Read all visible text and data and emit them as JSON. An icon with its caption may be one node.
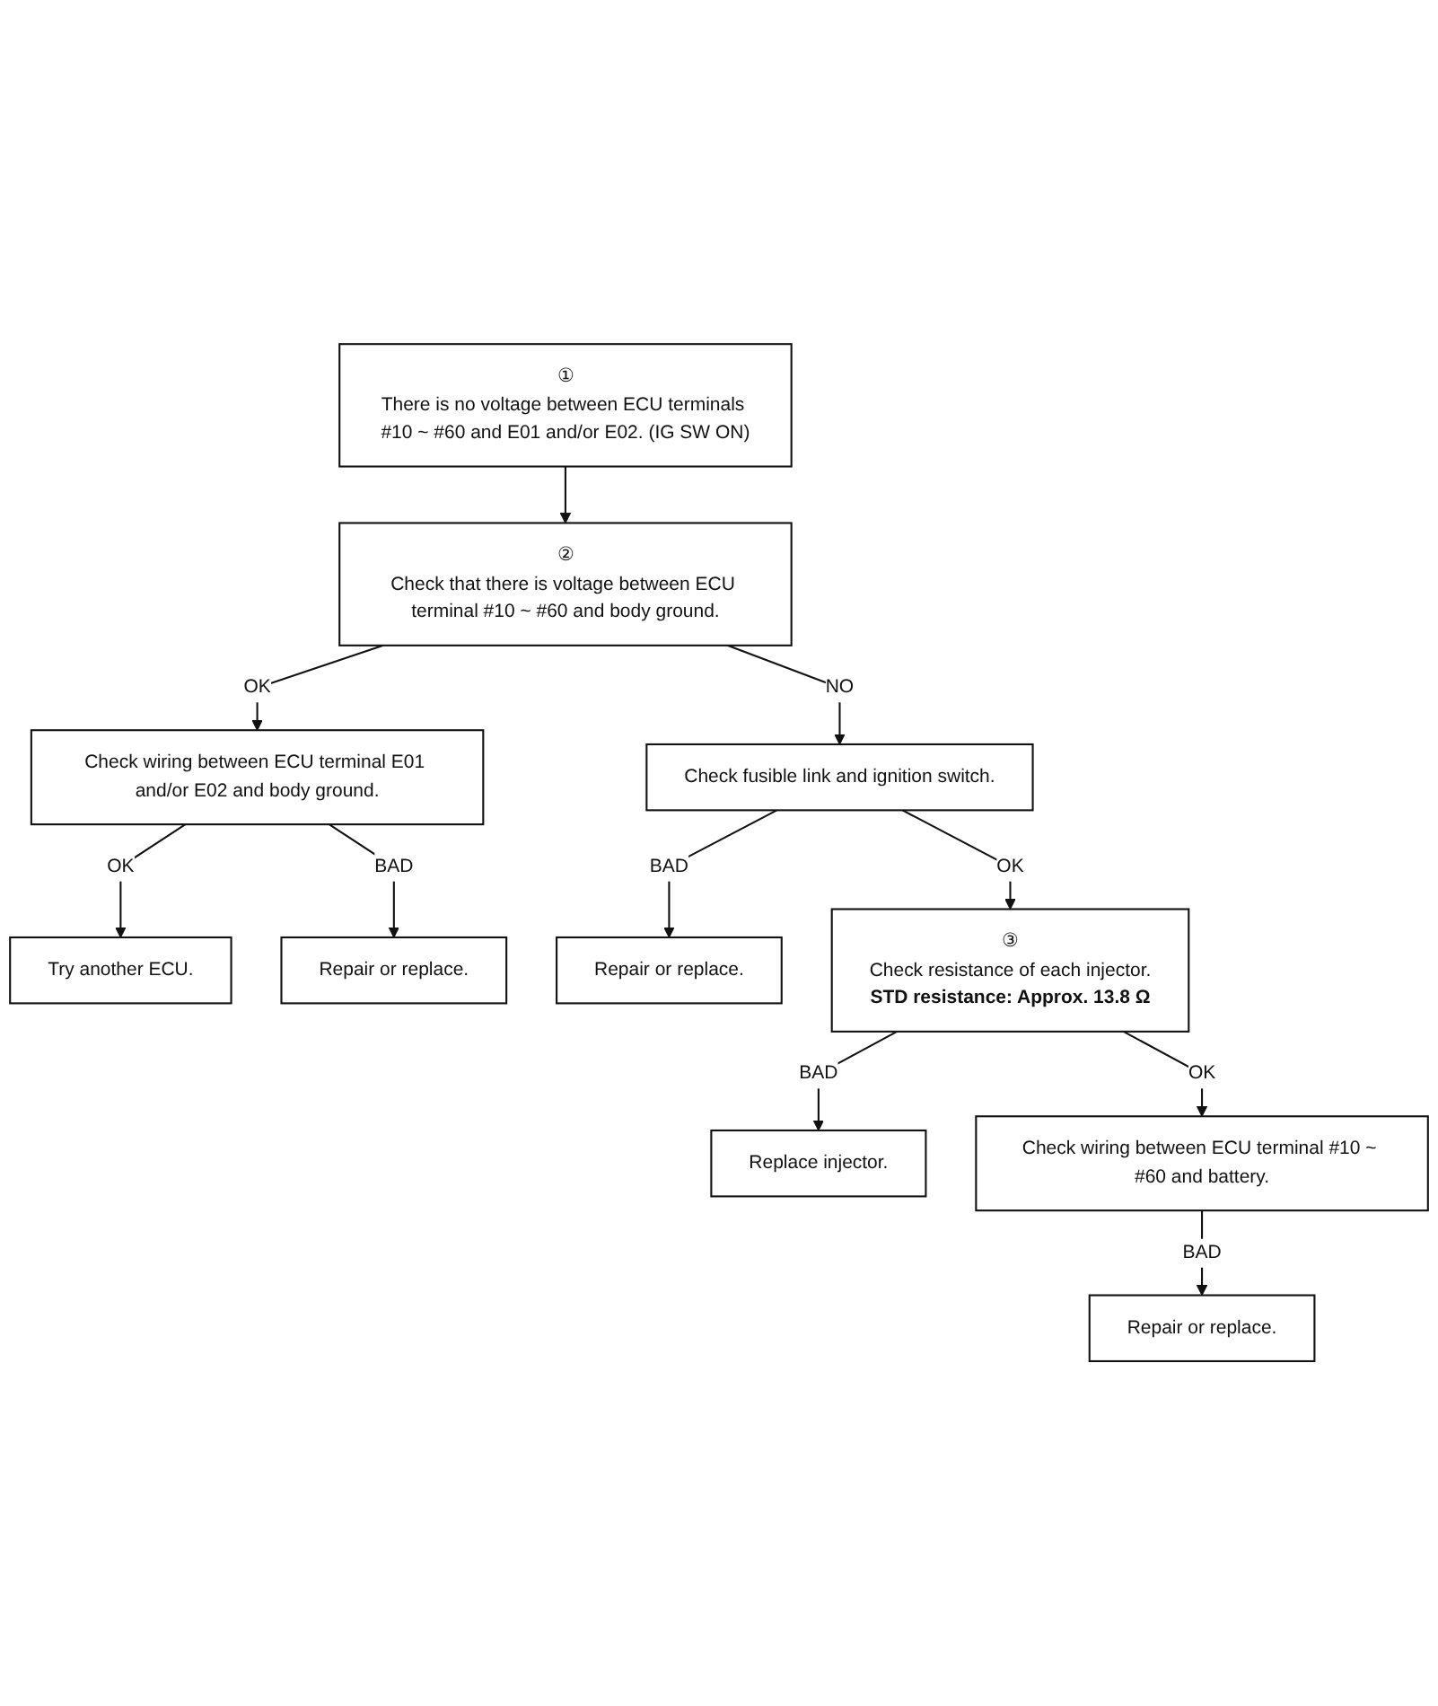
{
  "diagram": {
    "nodes": [
      {
        "text": [
          "①",
          "There is no voltage between ECU terminals #10 ~ #60 and E01 and/or E02. (IG SW ON)"
        ]
      },
      {
        "text": [
          "②",
          "Check that there is voltage between ECU terminal #10 ~ #60 and body ground."
        ]
      },
      {
        "text": [
          "Check wiring between ECU terminal E01 and/or E02 and body ground."
        ]
      },
      {
        "text": [
          "Try another ECU."
        ]
      },
      {
        "text": [
          "Repair or replace."
        ]
      },
      {
        "text": [
          "Check fusible link and ignition switch."
        ]
      },
      {
        "text": [
          "Repair or replace."
        ]
      },
      {
        "text": [
          "③",
          "Check resistance of each injector.",
          "STD resistance: Approx. 13.8 Ω"
        ]
      },
      {
        "text": [
          "Replace injector."
        ]
      },
      {
        "text": [
          "Check wiring between ECU terminal #10 ~ #60 and battery."
        ]
      },
      {
        "text": [
          "Repair or replace."
        ]
      }
    ],
    "edges": [
      {
        "from": 0,
        "to": 1,
        "arrow": "to"
      },
      {
        "from": 1,
        "to": 5,
        "arrow": "to",
        "label": "NO"
      },
      {
        "from": 1,
        "to": 2,
        "arrow": "to",
        "label": "OK"
      },
      {
        "from": 2,
        "to": 3,
        "arrow": "to",
        "label": "OK"
      },
      {
        "from": 2,
        "to": 4,
        "arrow": "to",
        "label": "BAD"
      },
      {
        "from": 5,
        "to": 6,
        "arrow": "to",
        "label": "BAD"
      },
      {
        "from": 5,
        "to": 7,
        "arrow": "to",
        "label": "OK"
      },
      {
        "from": 7,
        "to": 8,
        "arrow": "to",
        "label": "BAD"
      },
      {
        "from": 7,
        "to": 9,
        "arrow": "to",
        "label": "OK"
      },
      {
        "from": 9,
        "to": 10,
        "arrow": "to",
        "label": "BAD"
      }
    ]
  }
}
